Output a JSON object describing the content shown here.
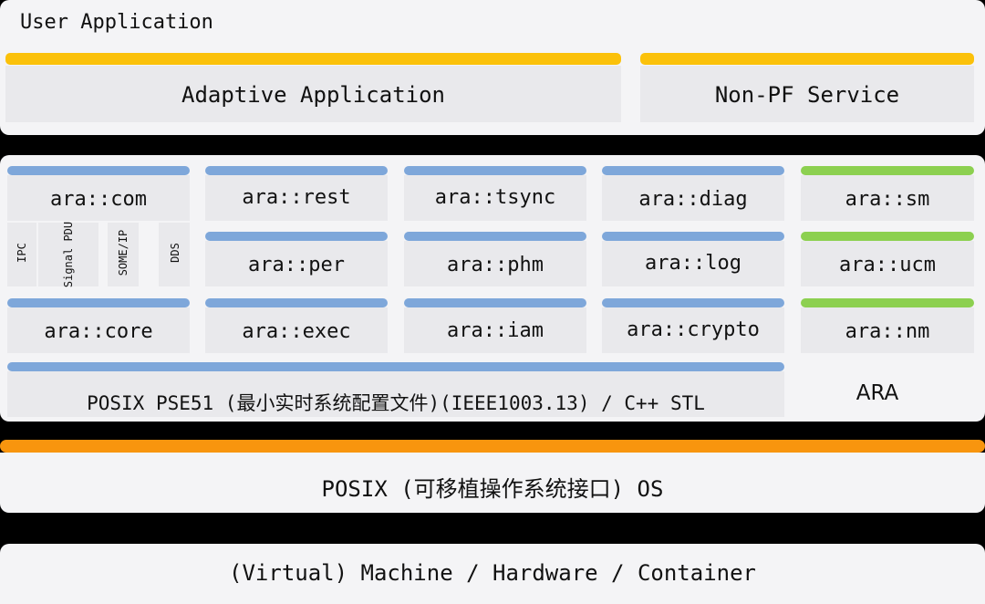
{
  "user_application": {
    "title": "User Application",
    "adaptive_application": "Adaptive Application",
    "non_pf_service": "Non-PF Service"
  },
  "ara": {
    "com": {
      "label": "ara::com",
      "protocols": [
        "IPC",
        "Signal PDU",
        "SOME/IP",
        "DDS"
      ]
    },
    "rest": "ara::rest",
    "tsync": "ara::tsync",
    "diag": "ara::diag",
    "sm": "ara::sm",
    "per": "ara::per",
    "phm": "ara::phm",
    "log": "ara::log",
    "ucm": "ara::ucm",
    "core": "ara::core",
    "exec": "ara::exec",
    "iam": "ara::iam",
    "crypto": "ara::crypto",
    "nm": "ara::nm",
    "posix_pse51": "POSIX PSE51 (最小实时系统配置文件)(IEEE1003.13) / C++ STL",
    "ara_label": "ARA"
  },
  "os": {
    "label": "POSIX (可移植操作系统接口) OS"
  },
  "hardware": {
    "label": "(Virtual) Machine / Hardware / Container"
  },
  "colors": {
    "functional_cluster_bar": "#7ea7da",
    "platform_service_bar": "#8cd050",
    "application_bar": "#fbc10a",
    "os_bar": "#f8950e"
  }
}
